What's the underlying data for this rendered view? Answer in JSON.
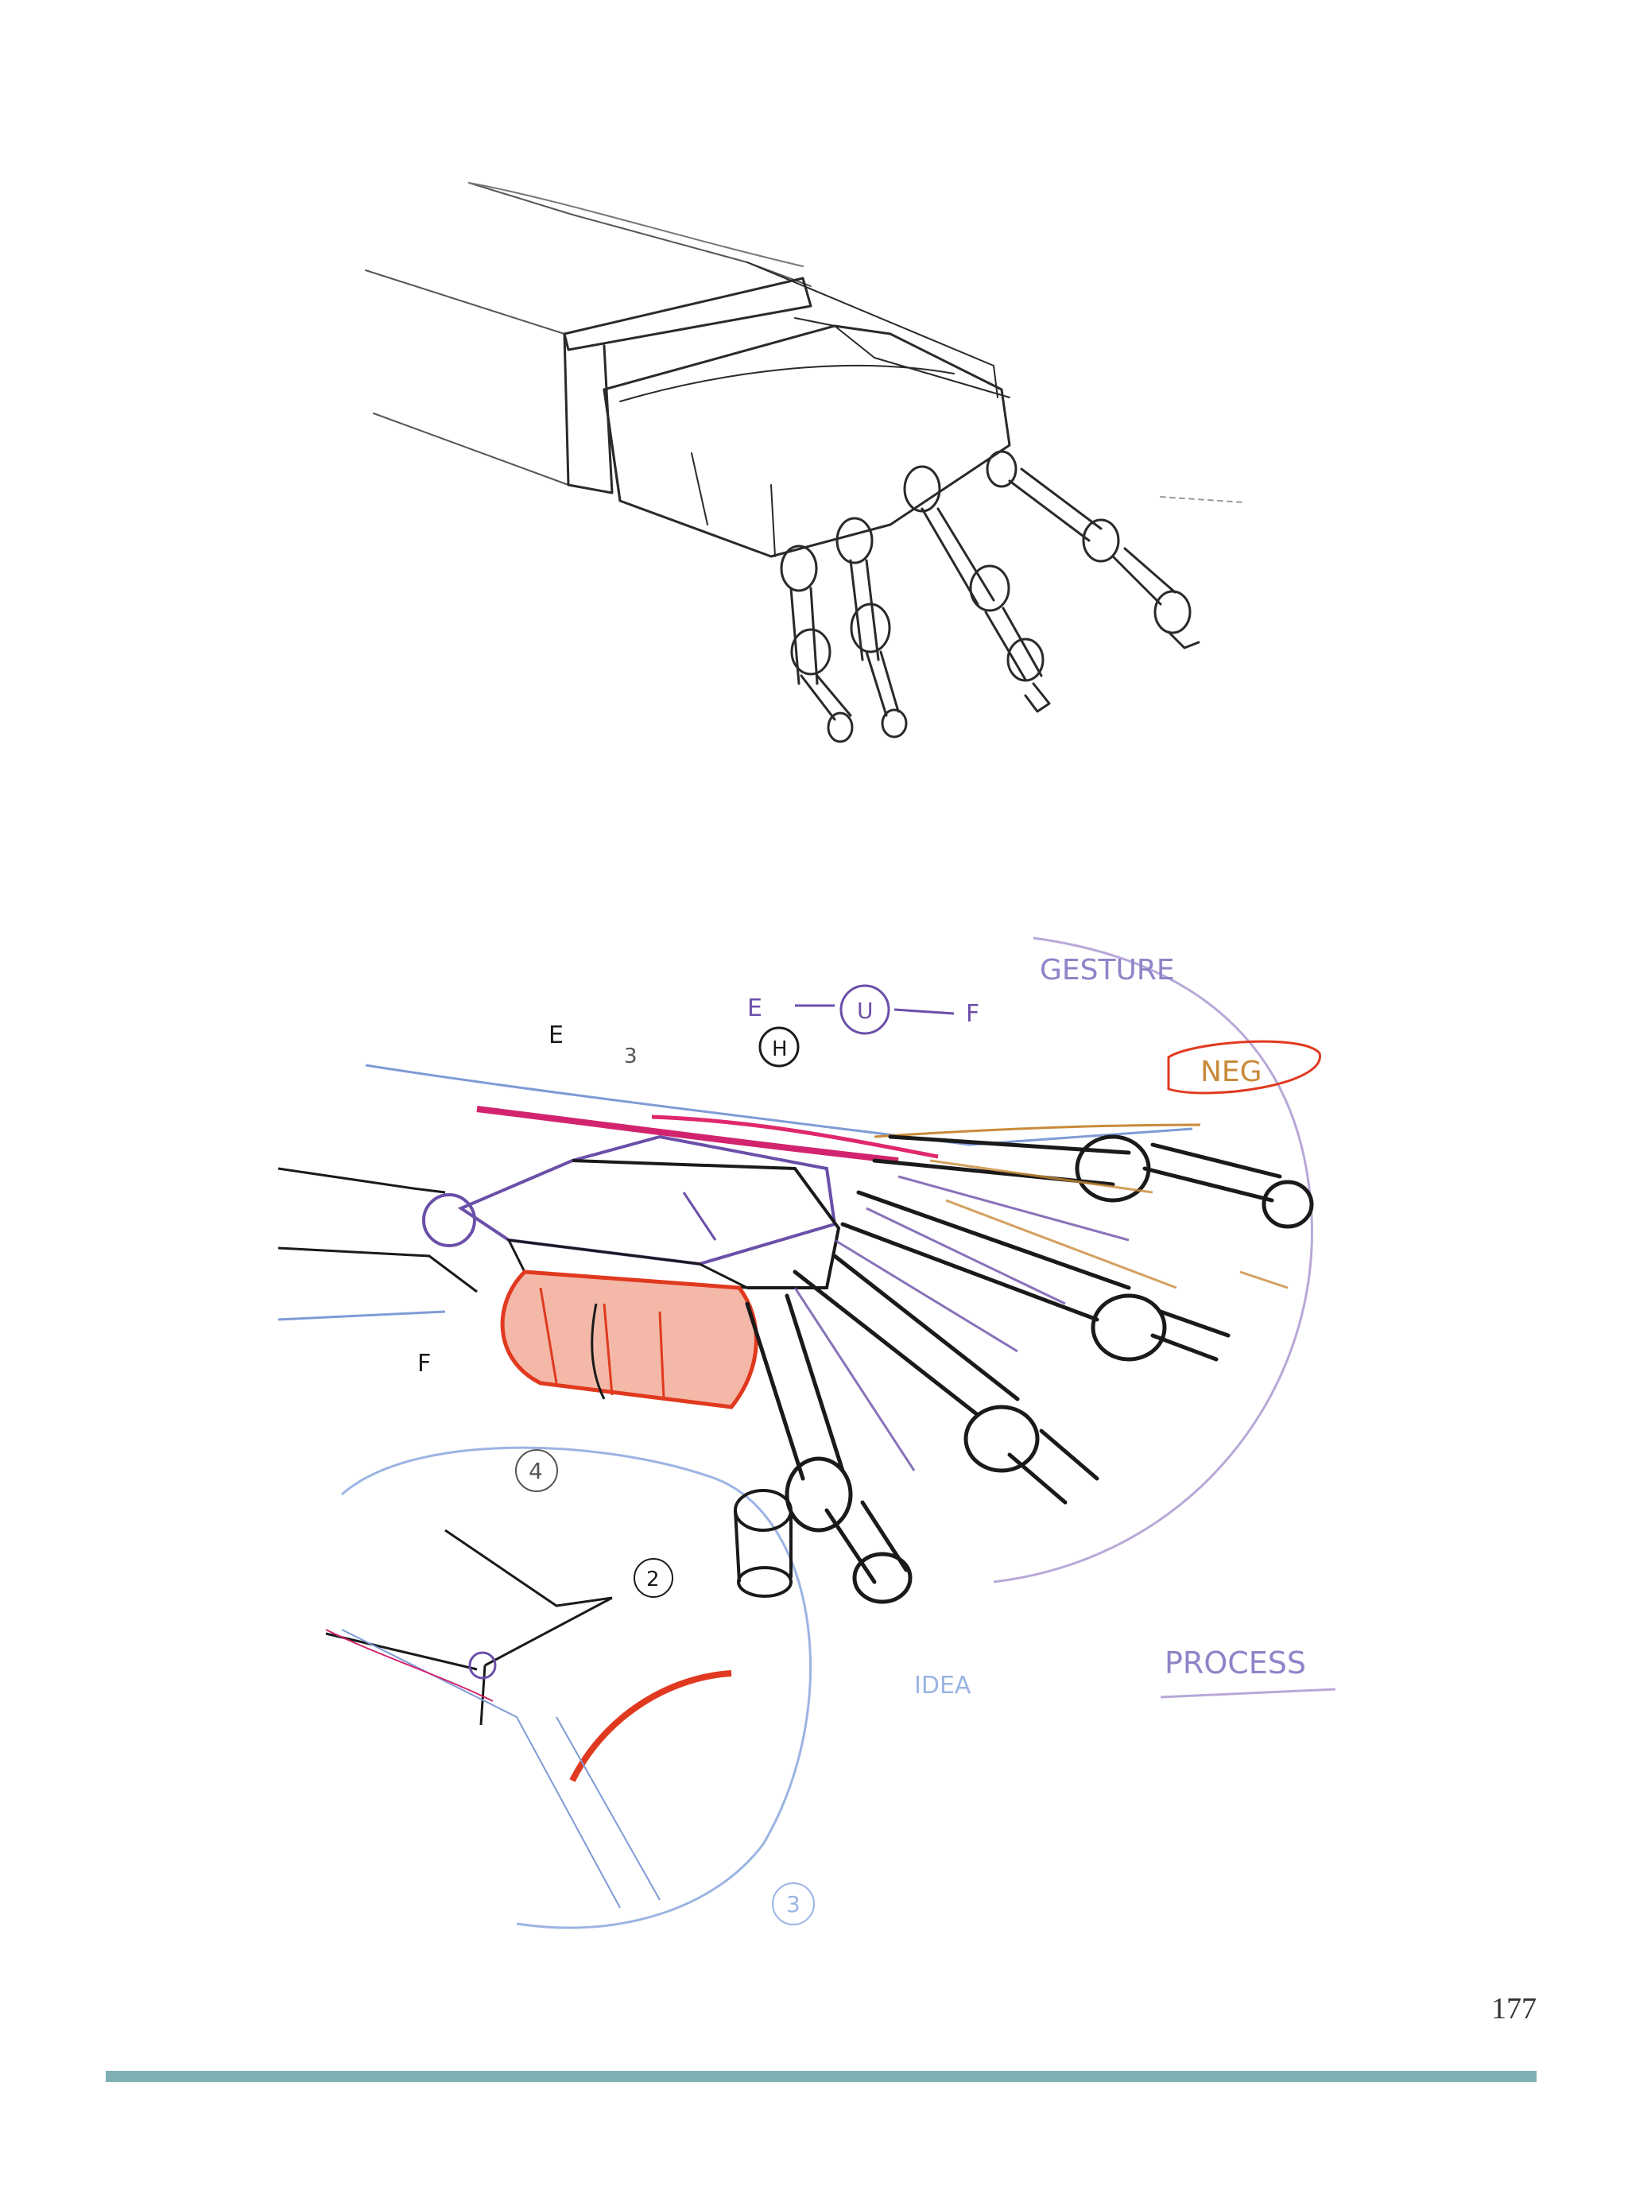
{
  "page": {
    "number": "177",
    "rule_color": "#7fb0b3"
  },
  "annotations": {
    "gesture": "GESTURE",
    "neg": "NEG",
    "process": "PROCESS",
    "idea": "IDEA",
    "e_top": "E",
    "e_mid": "E",
    "f_mid": "F",
    "f_left": "F",
    "u_circle": "U",
    "h_circle": "H",
    "num_3_top": "3",
    "num_4": "4",
    "num_2": "2",
    "num_3_bottom": "3"
  },
  "colors": {
    "ink": "#1a1a1a",
    "pencil": "#555555",
    "purple": "#6b4fa8",
    "magenta": "#d2246e",
    "red": "#e0391f",
    "orange": "#c98a3a",
    "blue": "#7f9bd6"
  }
}
